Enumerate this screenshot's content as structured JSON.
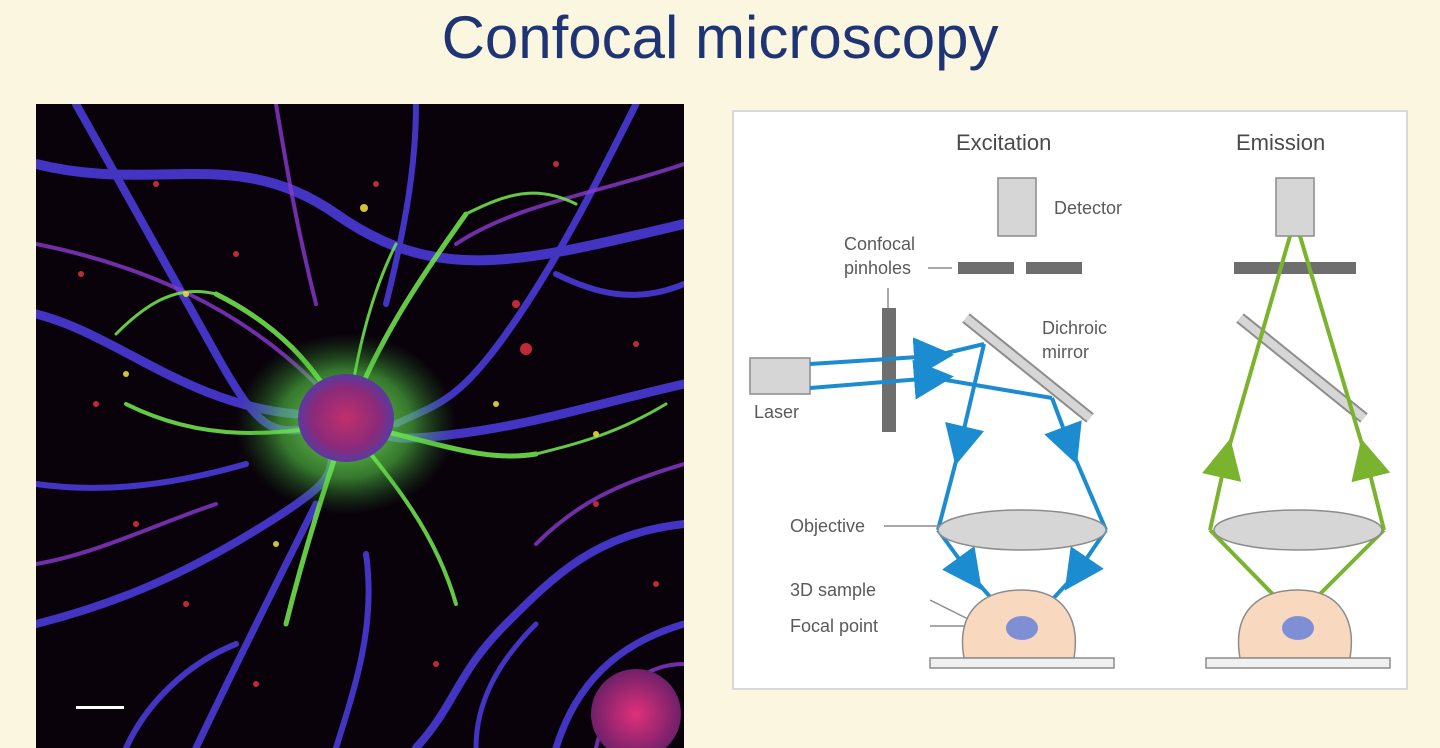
{
  "slide": {
    "title": "Confocal microscopy"
  },
  "micrograph": {
    "description_icon": "neuron-fluorescence-image"
  },
  "diagram": {
    "excitation_header": "Excitation",
    "emission_header": "Emission",
    "labels": {
      "detector": "Detector",
      "confocal_line1": "Confocal",
      "confocal_line2": "pinholes",
      "dichroic_line1": "Dichroic",
      "dichroic_line2": "mirror",
      "laser": "Laser",
      "objective": "Objective",
      "sample": "3D sample",
      "focal_point": "Focal point"
    },
    "colors": {
      "excitation": "#1a8ccf",
      "emission": "#7ab32e",
      "sample": "#f8d8bf",
      "focal": "#7f8fd6",
      "component": "#d6d6d6",
      "component_dark": "#6e6e6e"
    }
  }
}
